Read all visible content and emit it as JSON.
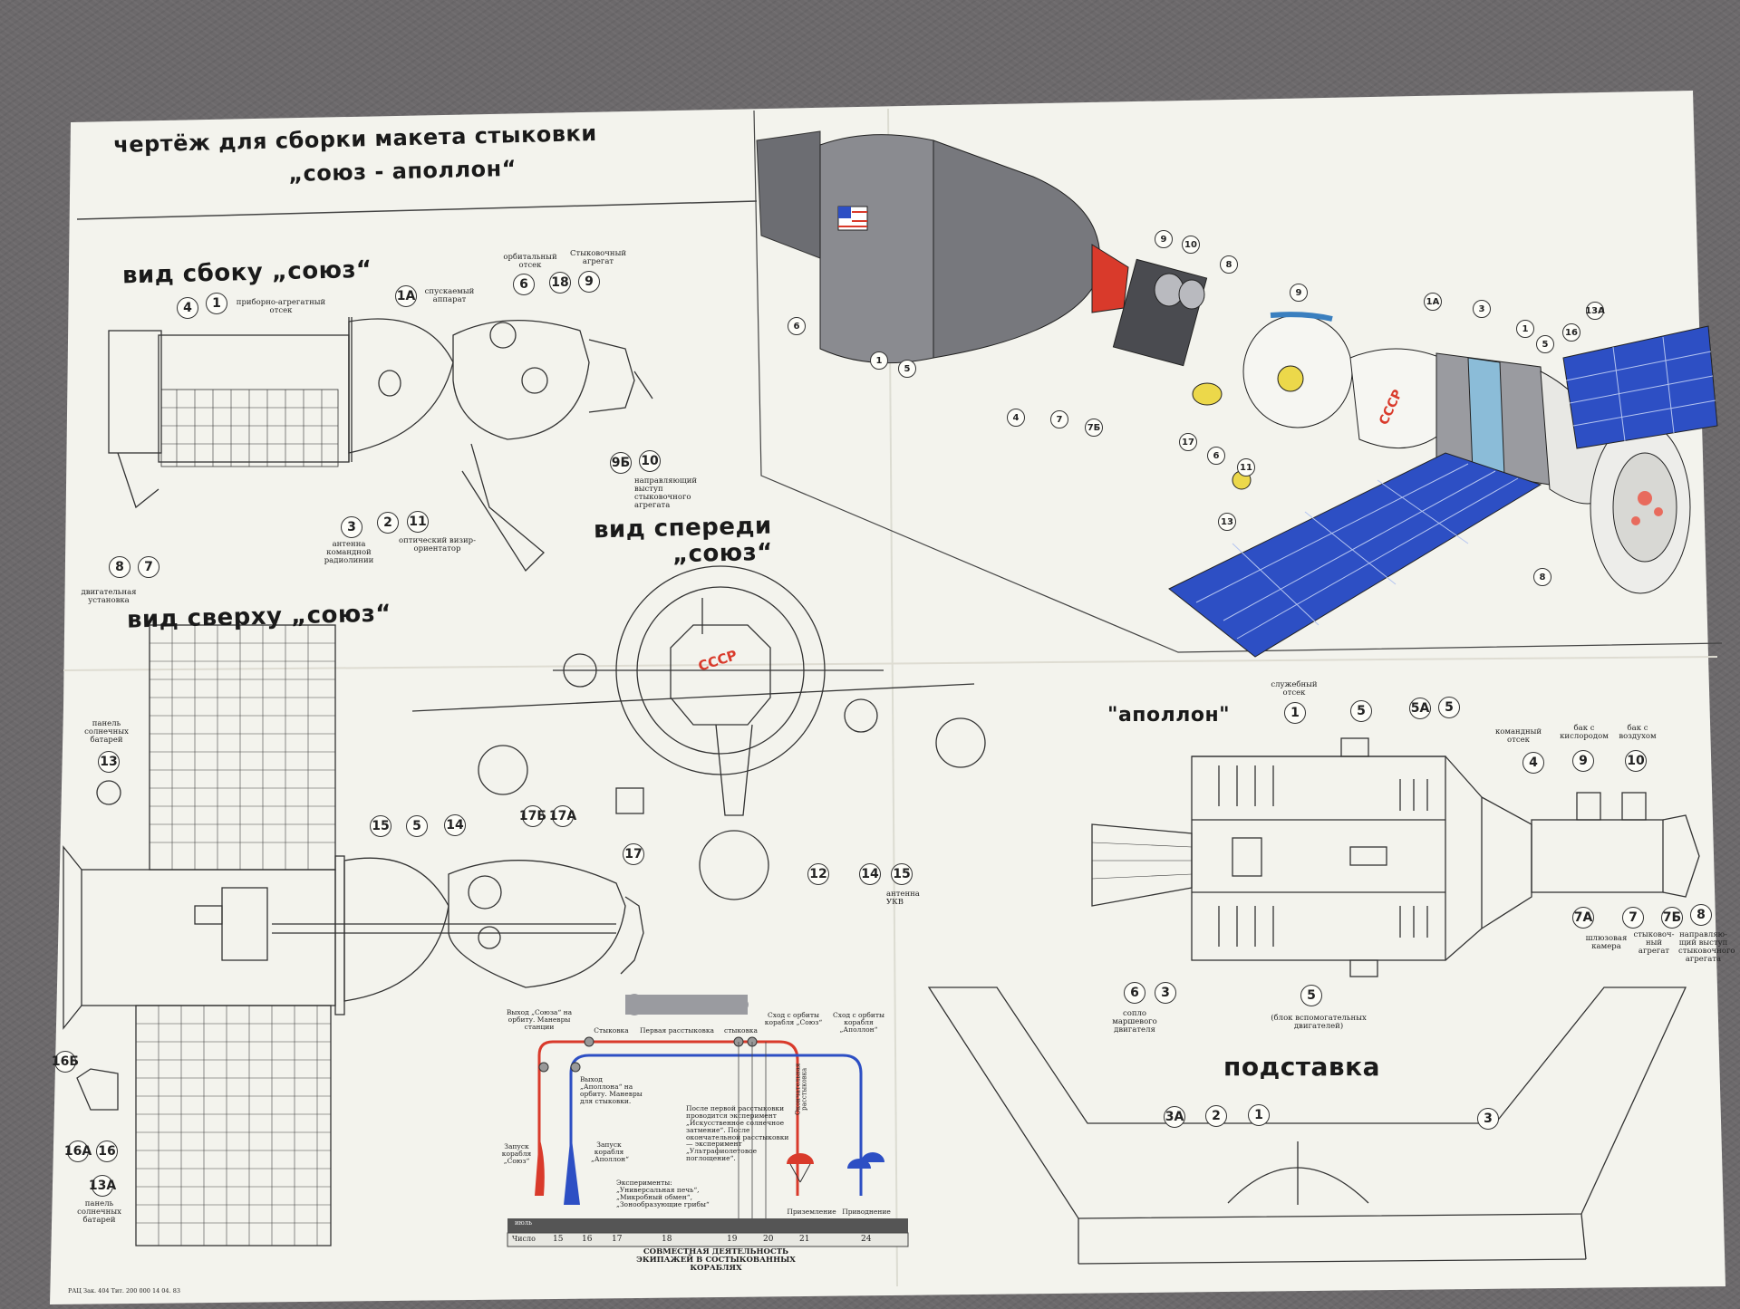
{
  "title": {
    "line1": "чертёж для сборки макета стыковки",
    "line2": "„союз - аполлон“"
  },
  "views": {
    "side": "вид сбоку „союз“",
    "front_line1": "вид спереди",
    "front_line2": "„союз“",
    "top": "вид сверху „союз“",
    "apollo": "\"аполлон\"",
    "stand": "подставка"
  },
  "side_labels": {
    "instrument": "приборно-агрегатный отсек",
    "descent": "спускаемый аппарат",
    "orbital": "орбитальный отсек",
    "docking": "Стыковочный агрегат",
    "antenna": "антенна командной радиолинии",
    "optic": "оптический визир-ориентатор",
    "guide": "направляющий выступ стыковочного агрегата",
    "engine": "двигательная установка"
  },
  "top_labels": {
    "panel1": "панель солнечных батарей",
    "panel2": "панель солнечных батарей",
    "antenna_ukv": "антенна УКВ"
  },
  "apollo_labels": {
    "service": "служебный отсек",
    "command": "командный отсек",
    "oxygen": "бак с кислородом",
    "air": "бак с воздухом",
    "airlock": "шлюзовая камера",
    "dock": "стыковоч-ный агрегат",
    "guide": "направляю-щий выступ стыковочного агрегата",
    "nozzle": "сопло маршевого двигателя",
    "aux": "(блок вспомогательных двигателей)"
  },
  "timeline": {
    "events": [
      "Выход „Союза“ на орбиту. Маневры станции",
      "Стыковка",
      "Первая расстыковка",
      "стыковка",
      "Сход с орбиты корабля „Союз“",
      "Сход с орбиты корабля „Аполлон“",
      "Выход „Аполлона“ на орбиту. Маневры для стыковки.",
      "Запуск корабля „Союз“",
      "Запуск корабля „Аполлон“",
      "Окончательная расстыковка",
      "После первой расстыковки проводится эксперимент „Искусственное солнечное затмение“. После окончательной расстыковки — эксперимент „Ультрафиолетовое поглощение“.",
      "Эксперименты: „Универсальная печь“, „Микробный обмен“, „Зонообразующие грибы“",
      "Приземление",
      "Приводнение"
    ],
    "bar_label1": "Число",
    "bar_label2": "июль",
    "days": [
      "15",
      "16",
      "17",
      "18",
      "19",
      "20",
      "21",
      "24"
    ],
    "caption": "СОВМЕСТНАЯ ДЕЯТЕЛЬНОСТЬ ЭКИПАЖЕЙ В СОСТЫКОВАННЫХ КОРАБЛЯХ"
  },
  "cccp": "СССР",
  "imprint": "РАЦ  Зак. 404  Тит. 200 000  14 04. 83",
  "colors": {
    "paper": "#f4f4ee",
    "ink": "#222222",
    "red": "#d93a2b",
    "blue": "#2d4fc4",
    "yellow": "#ecd84a",
    "gray": "#8a8b90"
  }
}
